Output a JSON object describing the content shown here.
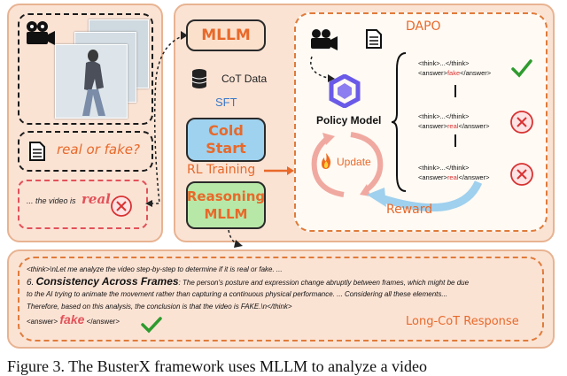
{
  "input": {
    "question": "real or fake?",
    "answer_prefix": "... the video is",
    "answer_value": "real"
  },
  "pipeline": {
    "mllm": "MLLM",
    "cot_data": "CoT Data",
    "sft": "SFT",
    "cold_start_line1": "Cold",
    "cold_start_line2": "Start",
    "rl_training": "RL Training",
    "reasoning_line1": "Reasoning",
    "reasoning_line2": "MLLM"
  },
  "dapo": {
    "title": "DAPO",
    "policy_model": "Policy Model",
    "update": "Update",
    "reward": "Reward",
    "responses": [
      {
        "think": "<think>...</think>",
        "answer_open": "<answer>",
        "answer": "fake",
        "answer_close": "</answer>",
        "correct": true
      },
      {
        "think": "<think>...</think>",
        "answer_open": "<answer>",
        "answer": "real",
        "answer_close": "</answer>",
        "correct": false
      },
      {
        "think": "<think>...</think>",
        "answer_open": "<answer>",
        "answer": "real",
        "answer_close": "</answer>",
        "correct": false
      }
    ]
  },
  "longcot": {
    "line1": "<think>\\nLet me analyze the video step-by-step to determine if it is real or fake. ...",
    "heading_prefix": "6.",
    "heading": "Consistency Across Frames",
    "line2_rest": ": The person's posture and expression change abruptly between frames, which might be due",
    "line3": "to the AI trying to animate the movement rather than capturing a continuous physical performance. ... Considering all these elements...",
    "line4": "Therefore, based on this analysis, the conclusion is that the video is FAKE.\\n</think>",
    "answer_open": "<answer>",
    "answer_value": "fake",
    "answer_close": "</answer>",
    "label": "Long-CoT Response"
  },
  "caption": "Figure 3. The BusterX framework uses MLLM to analyze a video",
  "colors": {
    "orange": "#e8692a",
    "panel_fill": "#fbe3d4",
    "green_box": "#b8e8a8",
    "blue_box": "#9ed2ef",
    "check_green": "#2e9b2e",
    "cross_red": "#d83232"
  },
  "icons": [
    "video-camera-icon",
    "document-icon",
    "database-icon",
    "policy-logo-icon",
    "fire-icon",
    "checkmark-icon",
    "cross-icon"
  ]
}
